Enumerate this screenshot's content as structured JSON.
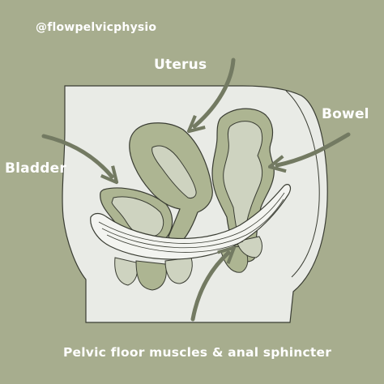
{
  "handle": "@flowpelvicphysio",
  "labels": {
    "uterus": "Uterus",
    "bowel": "Bowel",
    "bladder": "Bladder",
    "pelvic_floor": "Pelvic floor muscles & anal sphincter"
  },
  "colors": {
    "background": "#a7ad8e",
    "body": "#e9ebe6",
    "organ_outer": "#adb592",
    "organ_inner": "#ced3c0",
    "outline": "#3a3d33",
    "arrow": "#737a62",
    "text": "#ffffff"
  }
}
